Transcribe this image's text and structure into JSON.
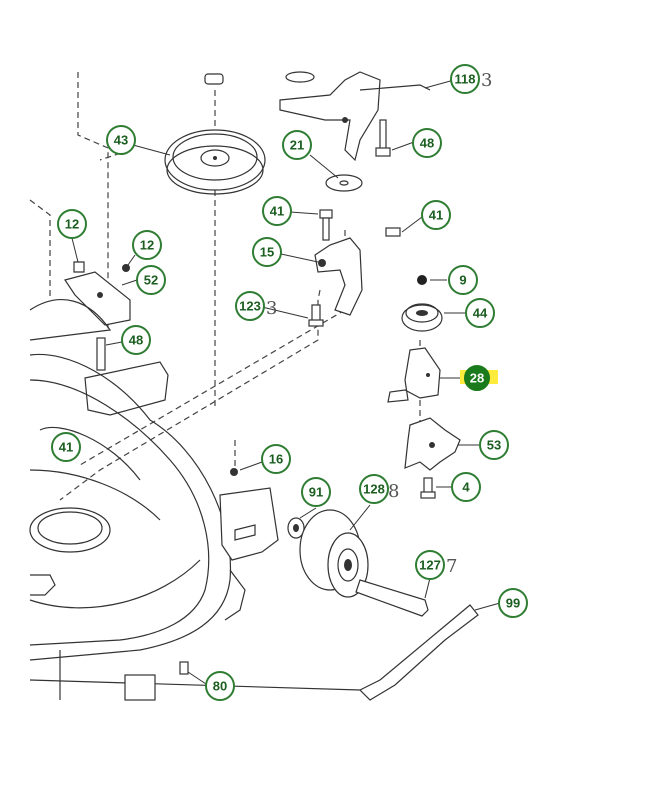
{
  "highlight_color": "#ffeb3b",
  "callout_color": "#2e7d32",
  "selected_color": "#1b7a1b",
  "callouts": {
    "c118": "118",
    "c43": "43",
    "c21": "21",
    "c48a": "48",
    "c41a": "41",
    "c41b": "41",
    "c12a": "12",
    "c12b": "12",
    "c52": "52",
    "c15": "15",
    "c9": "9",
    "c123": "123",
    "c44": "44",
    "c48b": "48",
    "c28": "28",
    "c41c": "41",
    "c53": "53",
    "c16": "16",
    "c91": "91",
    "c128": "128",
    "c4": "4",
    "c127": "127",
    "c99": "99",
    "c80": "80"
  },
  "ghost_digits": {
    "g118": "3",
    "g123": "3",
    "g128": "8",
    "g127": "7"
  },
  "selected_part": "28"
}
